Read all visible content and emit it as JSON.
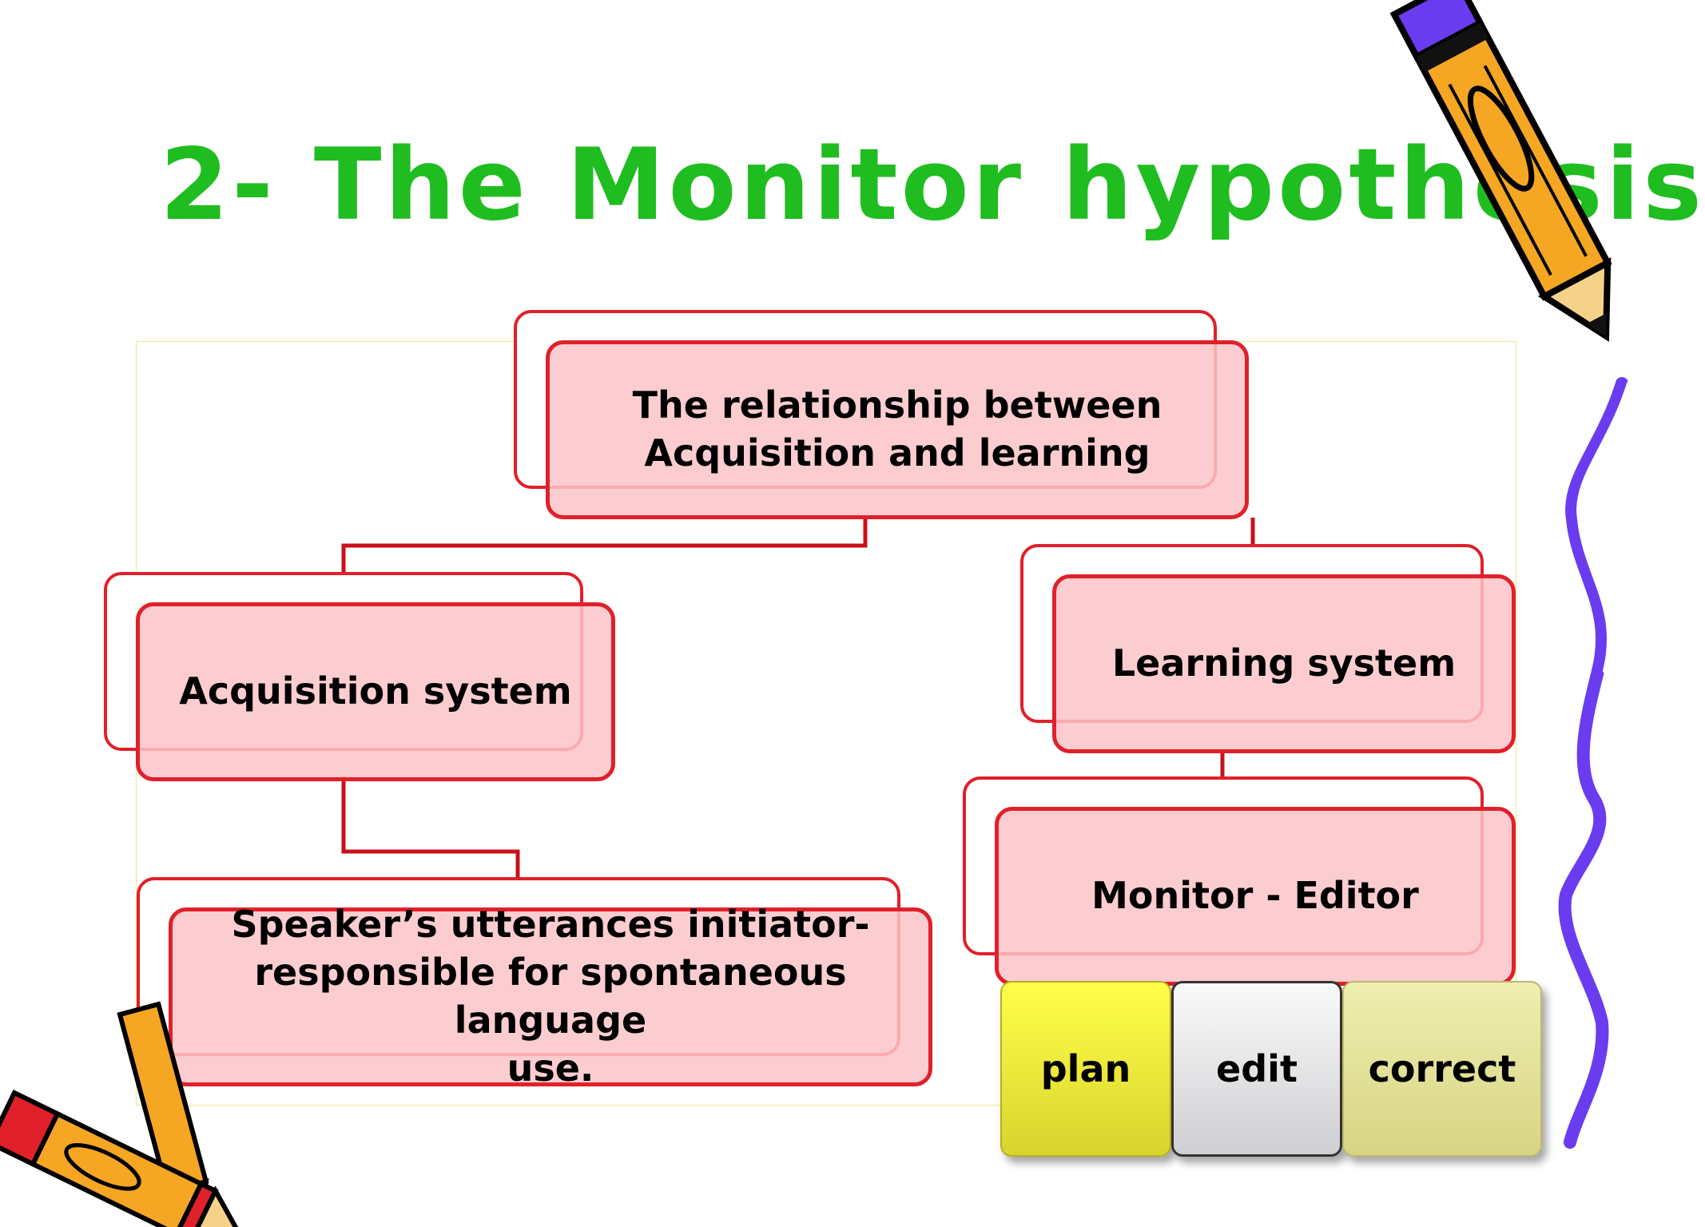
{
  "slide": {
    "title": "2- The Monitor hypothesis"
  },
  "diagram": {
    "root": {
      "line1": "The relationship between",
      "line2": "Acquisition and learning"
    },
    "acquisition": {
      "label": "Acquisition system"
    },
    "utterance": {
      "line1": "Speaker’s utterances initiator-",
      "line2": "responsible for spontaneous language",
      "line3": "use."
    },
    "learning": {
      "label": "Learning system"
    },
    "monitor": {
      "label": "Monitor - Editor"
    }
  },
  "steps": [
    "plan",
    "edit",
    "correct"
  ],
  "colors": {
    "title": "#1fbd1f",
    "box_border": "#e0202a",
    "box_fill": "#fcc4c8",
    "plan": "#ffff4a",
    "edit": "#e6e6e8",
    "correct": "#e6e29a",
    "ribbon": "#6a3cf0"
  },
  "decorations": [
    "pencil-icon",
    "pencil-icon",
    "ribbon"
  ]
}
